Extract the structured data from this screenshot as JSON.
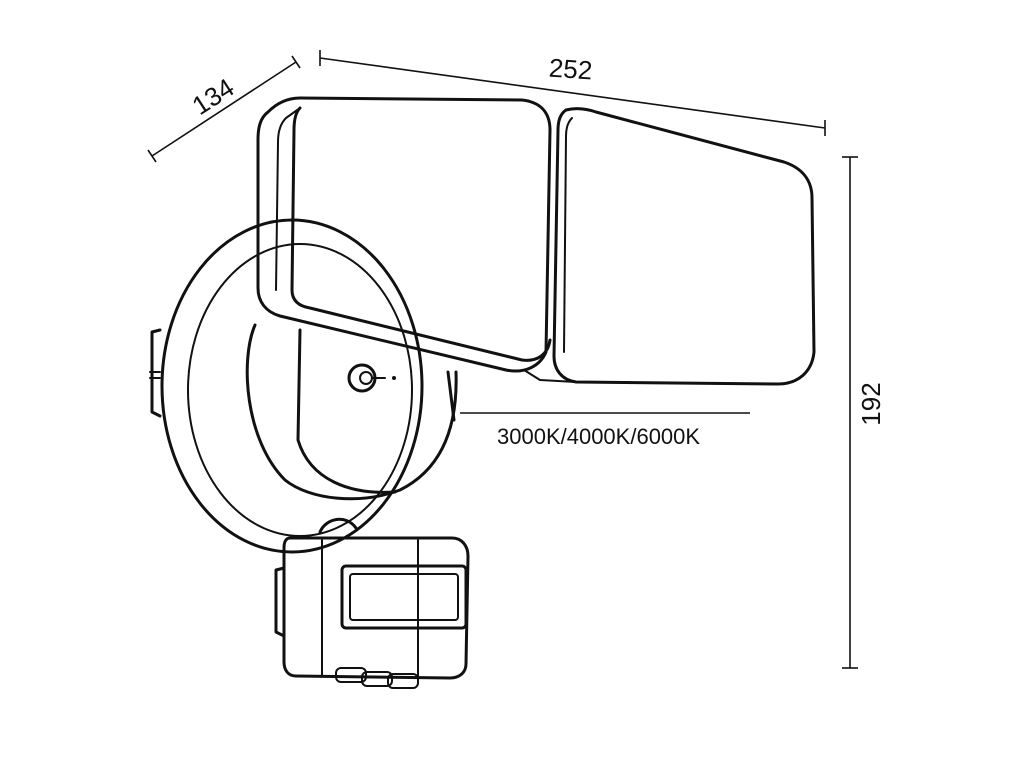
{
  "dimensions": {
    "depth": "134",
    "width": "252",
    "height": "192"
  },
  "annotation": {
    "color_temperature": "3000K/4000K/6000K"
  },
  "colors": {
    "line": "#111111",
    "background": "#ffffff"
  }
}
